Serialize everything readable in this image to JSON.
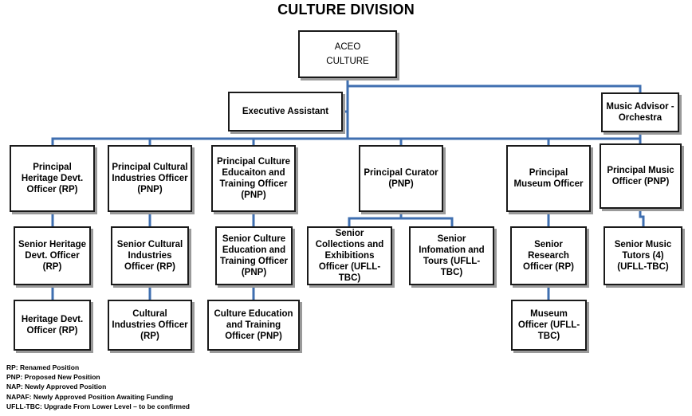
{
  "title": "CULTURE DIVISION",
  "colors": {
    "connector": "#3f6fb0",
    "border": "#1a1a1a",
    "shadow": "#9a9a9a"
  },
  "boxes": {
    "aceo": {
      "line1": "ACEO",
      "line2": "CULTURE"
    },
    "exec_assistant": "Executive Assistant",
    "music_advisor": "Music Advisor - Orchestra",
    "col1": {
      "principal": "Principal Heritage Devt. Officer (RP)",
      "senior": "Senior Heritage Devt. Officer (RP)",
      "officer": "Heritage Devt. Officer (RP)"
    },
    "col2": {
      "principal": "Principal Cultural Industries Officer (PNP)",
      "senior": "Senior Cultural Industries Officer (RP)",
      "officer": "Cultural Industries Officer (RP)"
    },
    "col3": {
      "principal": "Principal Culture Educaiton and Training Officer (PNP)",
      "senior": "Senior Culture Education and Training Officer (PNP)",
      "officer": "Culture Education and Training Officer (PNP)"
    },
    "col4": {
      "principal": "Principal Curator (PNP)",
      "senior_a": "Senior Collections and Exhibitions Officer (UFLL-TBC)",
      "senior_b": "Senior Infomation and Tours (UFLL-TBC)"
    },
    "col5": {
      "principal": "Principal Museum Officer",
      "senior": "Senior Research Officer (RP)",
      "officer": "Museum Officer (UFLL-TBC)"
    },
    "col6": {
      "principal": "Principal Music Officer (PNP)",
      "senior": "Senior Music Tutors (4) (UFLL-TBC)"
    }
  },
  "legend": [
    "RP: Renamed Position",
    "PNP: Proposed New Position",
    "NAP: Newly Approved Position",
    "NAPAF: Newly Approved Position Awaiting Funding",
    "UFLL-TBC: Upgrade From Lower Level – to be confirmed"
  ]
}
